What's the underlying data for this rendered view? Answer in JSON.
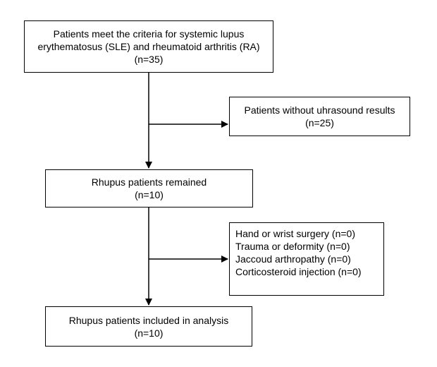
{
  "flowchart": {
    "box1": {
      "lines": [
        "Patients meet the criteria for systemic lupus",
        "erythematosus (SLE) and rheumatoid arthritis (RA)",
        "(n=35)"
      ]
    },
    "box2": {
      "lines": [
        "Patients without uhrasound results",
        "(n=25)"
      ]
    },
    "box3": {
      "lines": [
        "Rhupus patients remained",
        "(n=10)"
      ]
    },
    "box4": {
      "lines": [
        "Hand or wrist surgery (n=0)",
        "Trauma or deformity (n=0)",
        "Jaccoud arthropathy (n=0)",
        "Corticosteroid injection (n=0)"
      ]
    },
    "box5": {
      "lines": [
        "Rhupus patients included in analysis",
        "(n=10)"
      ]
    }
  }
}
